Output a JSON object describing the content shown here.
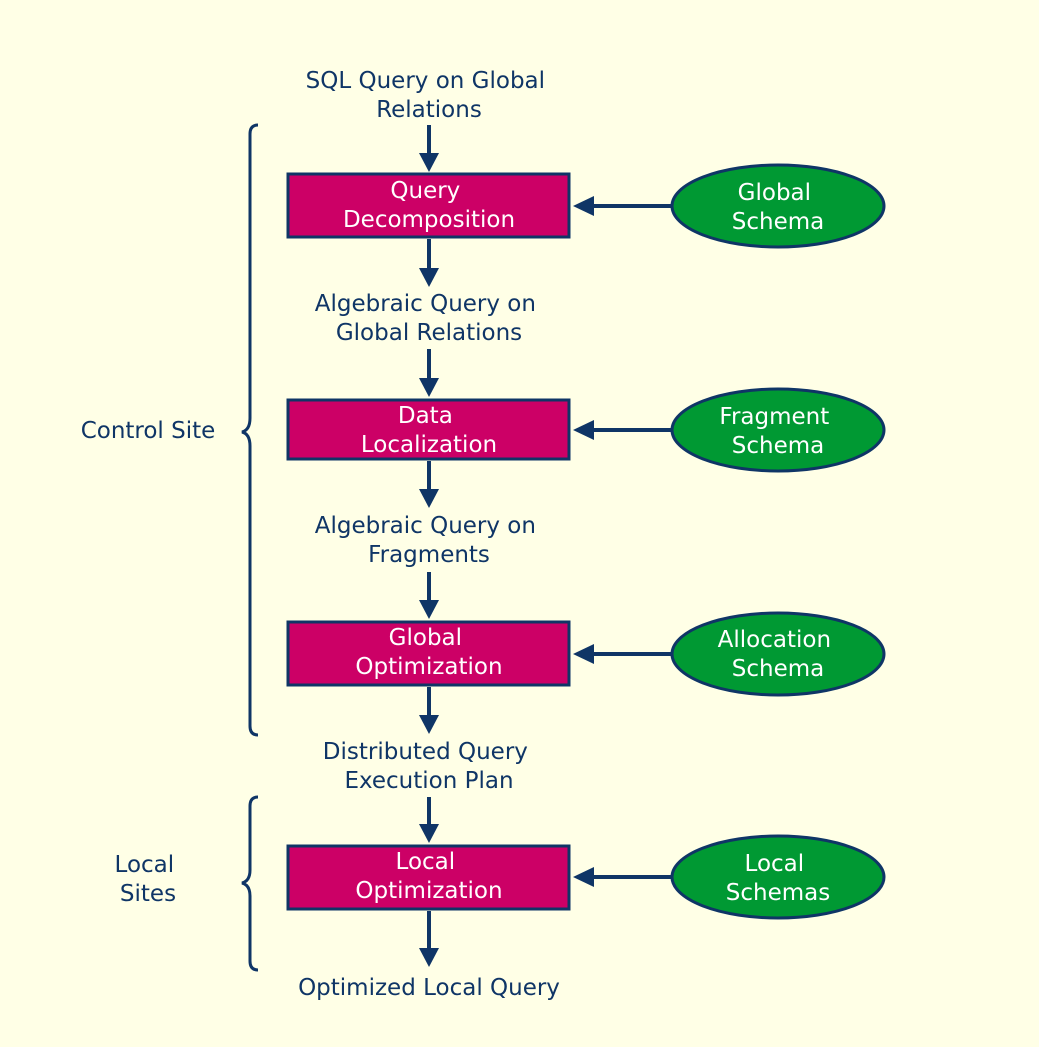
{
  "flow": {
    "input": [
      "SQL Query on Global",
      "Relations"
    ],
    "step1": {
      "box": [
        "Query",
        "Decomposition"
      ],
      "schema": [
        "Global",
        "Schema"
      ],
      "output": [
        "Algebraic Query on",
        "Global Relations"
      ]
    },
    "step2": {
      "box": [
        "Data",
        "Localization"
      ],
      "schema": [
        "Fragment",
        "Schema"
      ],
      "output": [
        "Algebraic Query on",
        "Fragments"
      ]
    },
    "step3": {
      "box": [
        "Global",
        "Optimization"
      ],
      "schema": [
        "Allocation",
        "Schema"
      ],
      "output": [
        "Distributed Query",
        "Execution Plan"
      ]
    },
    "step4": {
      "box": [
        "Local",
        "Optimization"
      ],
      "schema": [
        "Local",
        "Schemas"
      ],
      "output": [
        "Optimized Local Query"
      ]
    }
  },
  "groups": {
    "control": [
      "Control Site"
    ],
    "local": [
      "Local",
      "Sites"
    ]
  },
  "colors": {
    "background": "#ffffe6",
    "text": "#0f3566",
    "box_fill": "#cc0066",
    "ellipse_fill": "#009933"
  }
}
